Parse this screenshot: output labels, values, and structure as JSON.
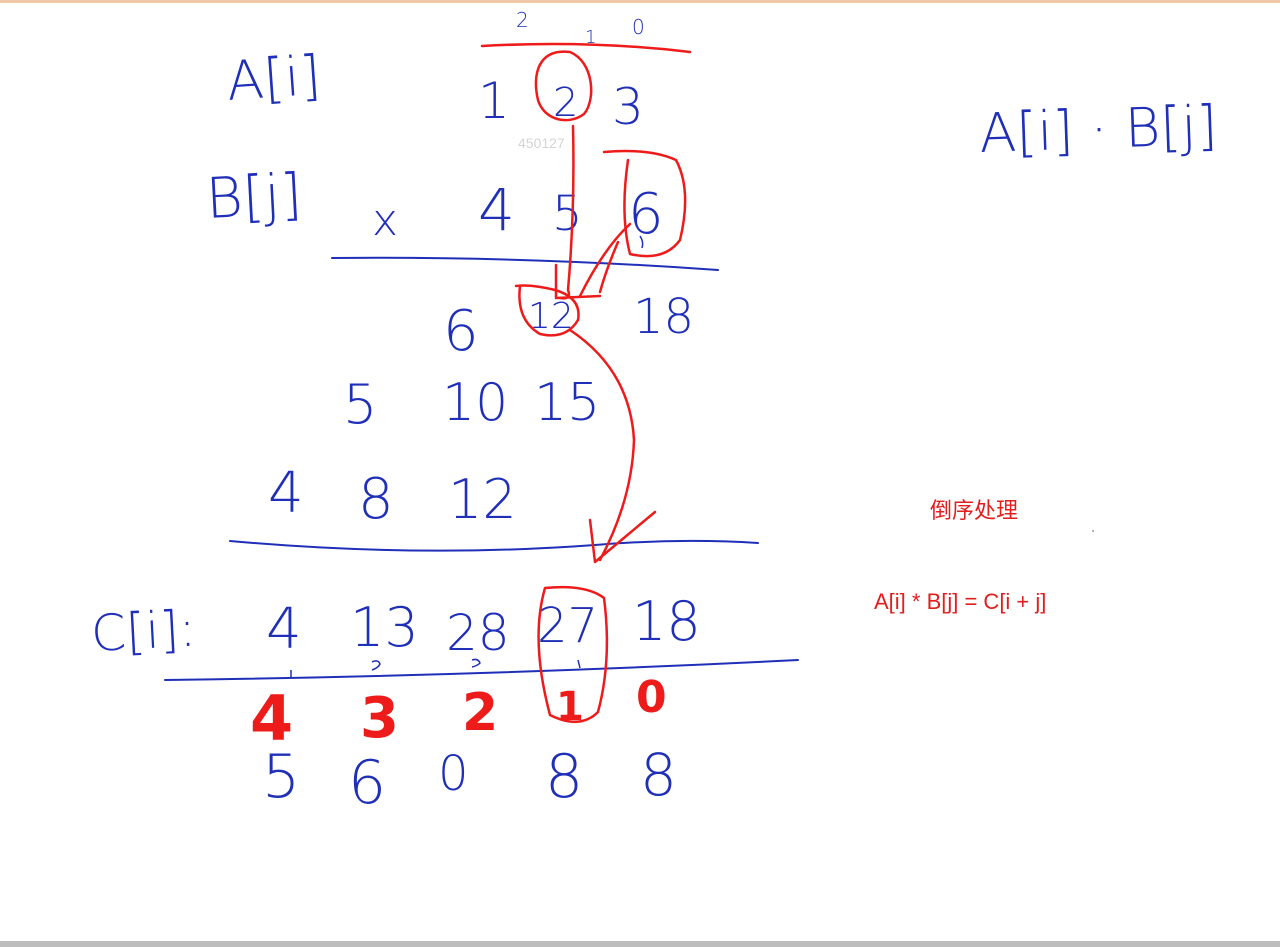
{
  "watermark": "450127",
  "labels": {
    "a": "A[i]",
    "b": "B[j]",
    "c": "C[i]:",
    "times": "x",
    "ab_top_right": "A[i] · B[j]"
  },
  "a_index_marks": [
    "2",
    "1",
    "0"
  ],
  "a_digits": [
    "1",
    "2",
    "3"
  ],
  "b_digits": [
    "4",
    "5",
    "6"
  ],
  "partial_rows": [
    [
      "6",
      "12",
      "18"
    ],
    [
      "5",
      "10",
      "15"
    ],
    [
      "4",
      "8",
      "12"
    ]
  ],
  "c_values": [
    "4",
    "13",
    "28",
    "27",
    "18"
  ],
  "c_indices": [
    "4",
    "3",
    "2",
    "1",
    "0"
  ],
  "result_digits": [
    "5",
    "6",
    "0",
    "8",
    "8"
  ],
  "notes": {
    "title": "倒序处理",
    "formula": "A[i] * B[j] = C[i + j]"
  },
  "colors": {
    "ink_blue": "#1f2fb8",
    "ink_red": "#ee1b1b",
    "note_red": "#e0201d"
  }
}
